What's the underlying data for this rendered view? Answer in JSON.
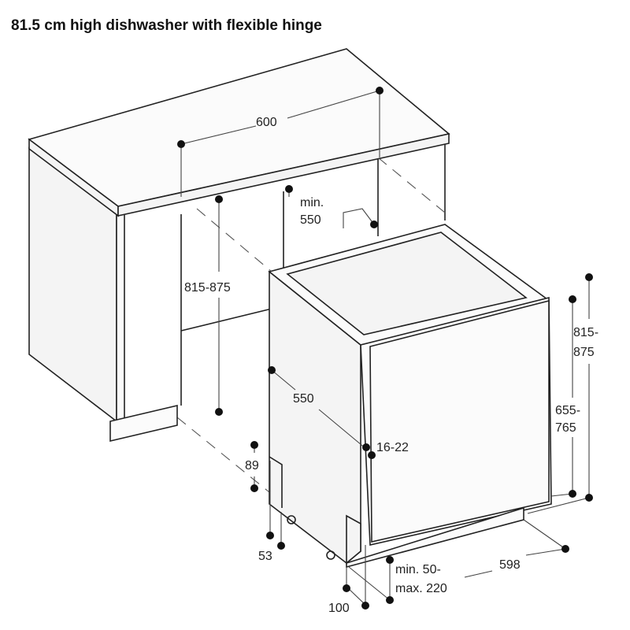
{
  "title": "81.5 cm high dishwasher with flexible hinge",
  "dimensions": {
    "worktop_width": "600",
    "niche_depth": "min.",
    "niche_depth_value": "550",
    "niche_height": "815-875",
    "appliance_height_1": "815-",
    "appliance_height_2": "875",
    "door_height_1": "655-",
    "door_height_2": "765",
    "appliance_depth": "550",
    "door_thickness": "16-22",
    "plinth_height": "89",
    "plinth_depth": "53",
    "plinth_offset_1": "min. 50-",
    "plinth_offset_2": "max. 220",
    "appliance_width": "598",
    "foot_offset": "100"
  }
}
